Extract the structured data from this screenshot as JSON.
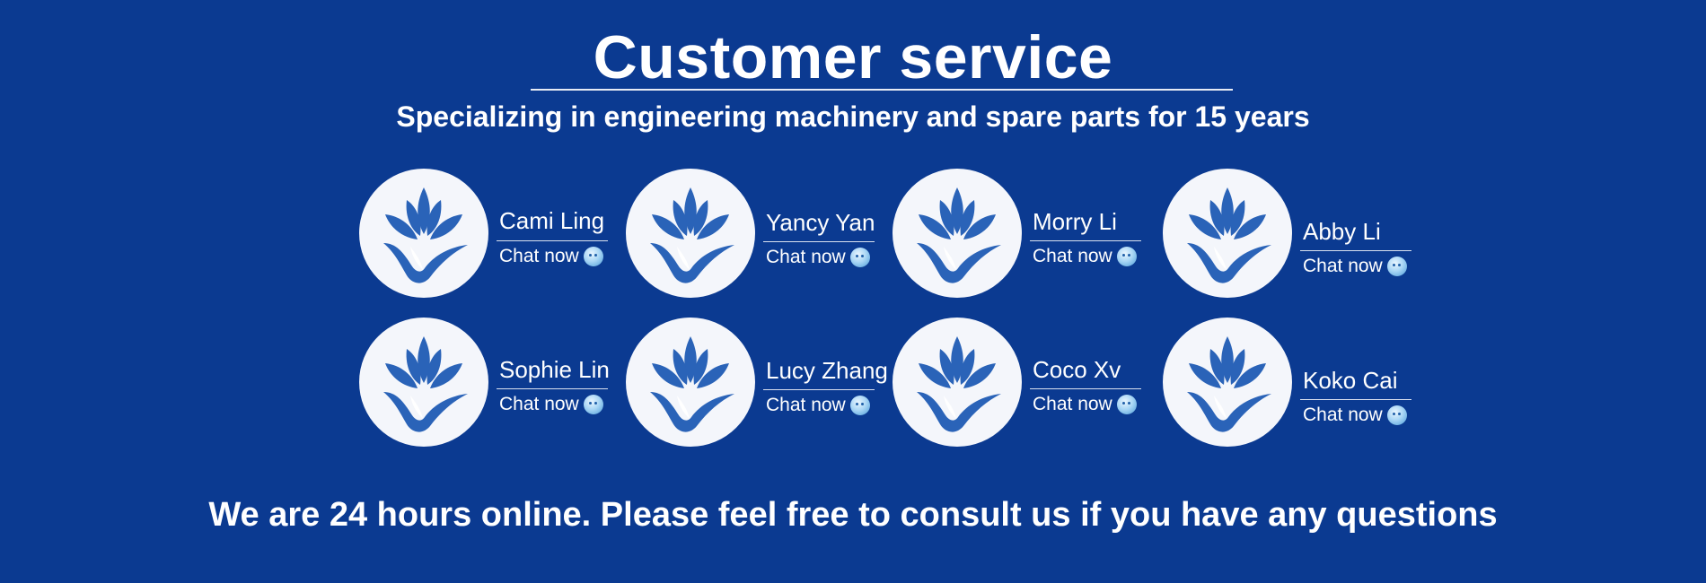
{
  "header": {
    "title": "Customer service",
    "subtitle": "Specializing in engineering machinery and spare parts for 15 years"
  },
  "agents": [
    {
      "name": "Cami Ling",
      "chat_label": "Chat now"
    },
    {
      "name": "Yancy Yan",
      "chat_label": "Chat now"
    },
    {
      "name": "Morry Li",
      "chat_label": "Chat now"
    },
    {
      "name": "Abby Li",
      "chat_label": "Chat now"
    },
    {
      "name": "Sophie Lin",
      "chat_label": "Chat now"
    },
    {
      "name": "Lucy Zhang",
      "chat_label": "Chat now"
    },
    {
      "name": "Coco Xv",
      "chat_label": "Chat now"
    },
    {
      "name": "Koko Cai",
      "chat_label": "Chat now"
    }
  ],
  "footer": {
    "text": "We are 24 hours online. Please feel free to consult us if you have any questions"
  },
  "colors": {
    "background": "#0b3a91",
    "logo": "#2a63b8",
    "avatar_bg": "#f4f6fb",
    "text": "#ffffff"
  },
  "icons": {
    "avatar_logo": "lotus-logo-icon",
    "chat": "chat-bubble-icon"
  }
}
